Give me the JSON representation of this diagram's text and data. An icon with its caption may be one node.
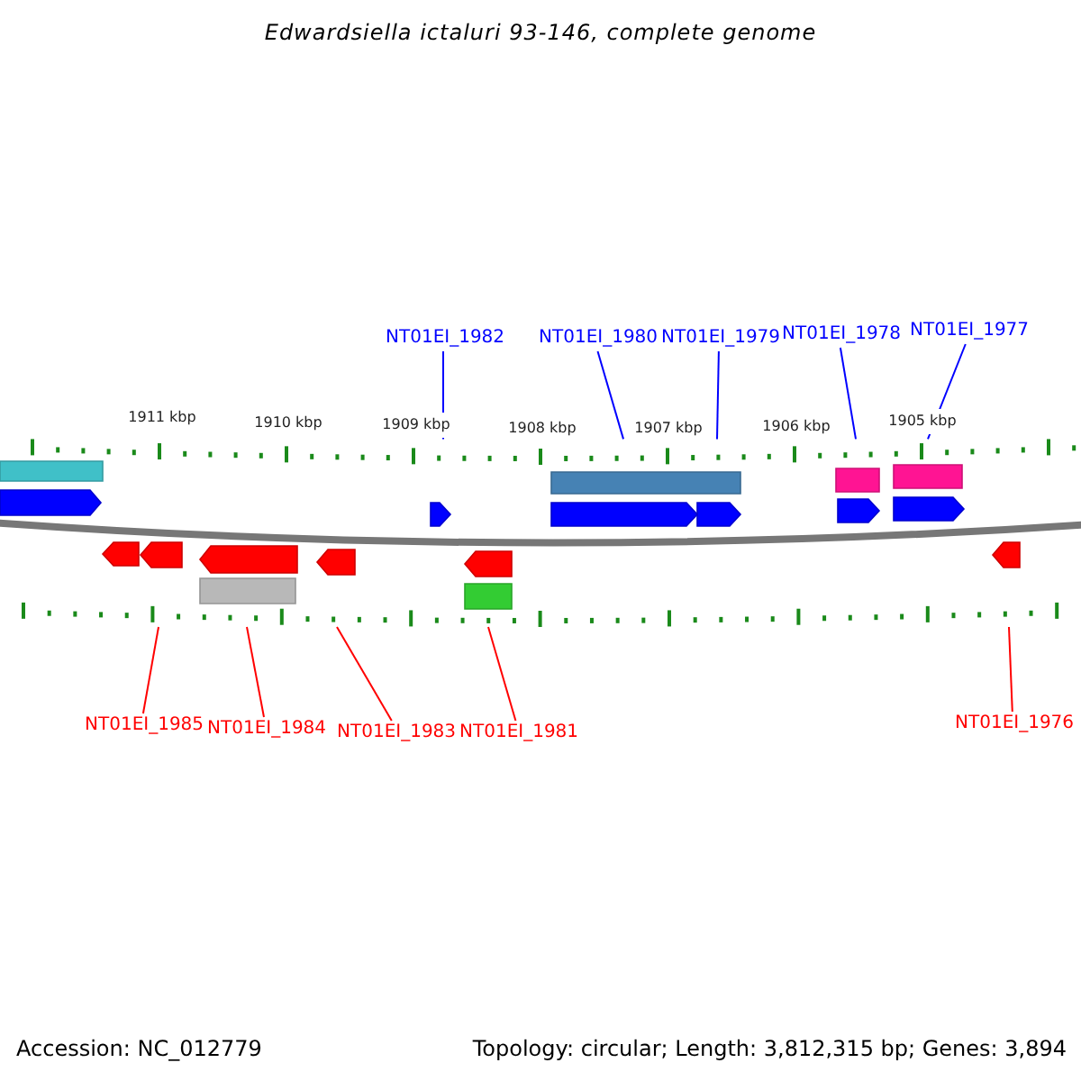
{
  "diagram": {
    "title": "Edwardsiella ictaluri 93-146, complete genome",
    "nodes": [
      {
        "text": [
          "NT01EI_1982"
        ]
      },
      {
        "text": [
          "NT01EI_1980"
        ]
      },
      {
        "text": [
          "NT01EI_1979"
        ]
      },
      {
        "text": [
          "NT01EI_1978"
        ]
      },
      {
        "text": [
          "NT01EI_1977"
        ]
      },
      {
        "text": [
          "NT01EI_1985"
        ]
      },
      {
        "text": [
          "NT01EI_1984"
        ]
      },
      {
        "text": [
          "NT01EI_1983"
        ]
      },
      {
        "text": [
          "NT01EI_1981"
        ]
      },
      {
        "text": [
          "NT01EI_1976"
        ]
      },
      {
        "text": [],
        "shape": "scale"
      },
      {
        "text": [],
        "shape": "scale"
      }
    ],
    "edges": [
      {
        "from": 0,
        "to": 10,
        "arrow": "none"
      },
      {
        "from": 1,
        "to": 10,
        "arrow": "none"
      },
      {
        "from": 2,
        "to": 10,
        "arrow": "none"
      },
      {
        "from": 3,
        "to": 10,
        "arrow": "none"
      },
      {
        "from": 4,
        "to": 10,
        "arrow": "none"
      },
      {
        "from": 5,
        "to": 11,
        "arrow": "none",
        "color": "#ff0000"
      },
      {
        "from": 6,
        "to": 11,
        "arrow": "none",
        "color": "#ff0000"
      },
      {
        "from": 7,
        "to": 11,
        "arrow": "none",
        "color": "#ff0000"
      },
      {
        "from": 8,
        "to": 11,
        "arrow": "none",
        "color": "#ff0000"
      },
      {
        "from": 9,
        "to": 11,
        "arrow": "none",
        "color": "#ff0000"
      }
    ],
    "labels": [
      "1911 kbp",
      "1910 kbp",
      "1909 kbp",
      "1908 kbp",
      "1907 kbp",
      "1906 kbp",
      "1905 kbp",
      "Accession: NC_012779",
      "Topology: circular; Length: 3,812,315 bp; Genes: 3,894"
    ]
  }
}
